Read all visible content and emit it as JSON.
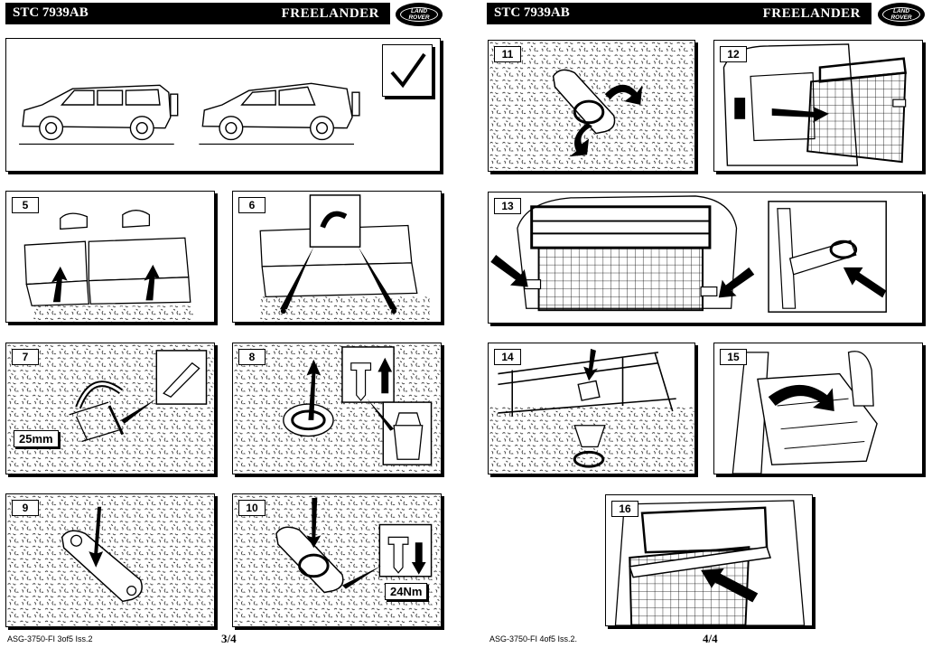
{
  "pages": [
    {
      "header_code": "STC 7939AB",
      "header_model": "FREELANDER",
      "logo_line1": "LAND",
      "logo_line2": "ROVER",
      "footer_ref": "ASG-3750-FI 3of5 Iss.2",
      "page_number": "3/4"
    },
    {
      "header_code": "STC 7939AB",
      "header_model": "FREELANDER",
      "logo_line1": "LAND",
      "logo_line2": "ROVER",
      "footer_ref": "ASG-3750-FI 4of5 Iss.2.",
      "page_number": "4/4"
    }
  ],
  "steps": {
    "s5": "5",
    "s6": "6",
    "s7": "7",
    "s8": "8",
    "s9": "9",
    "s10": "10",
    "s11": "11",
    "s12": "12",
    "s13": "13",
    "s14": "14",
    "s15": "15",
    "s16": "16"
  },
  "labels": {
    "measure": "25mm",
    "torque": "24Nm"
  }
}
